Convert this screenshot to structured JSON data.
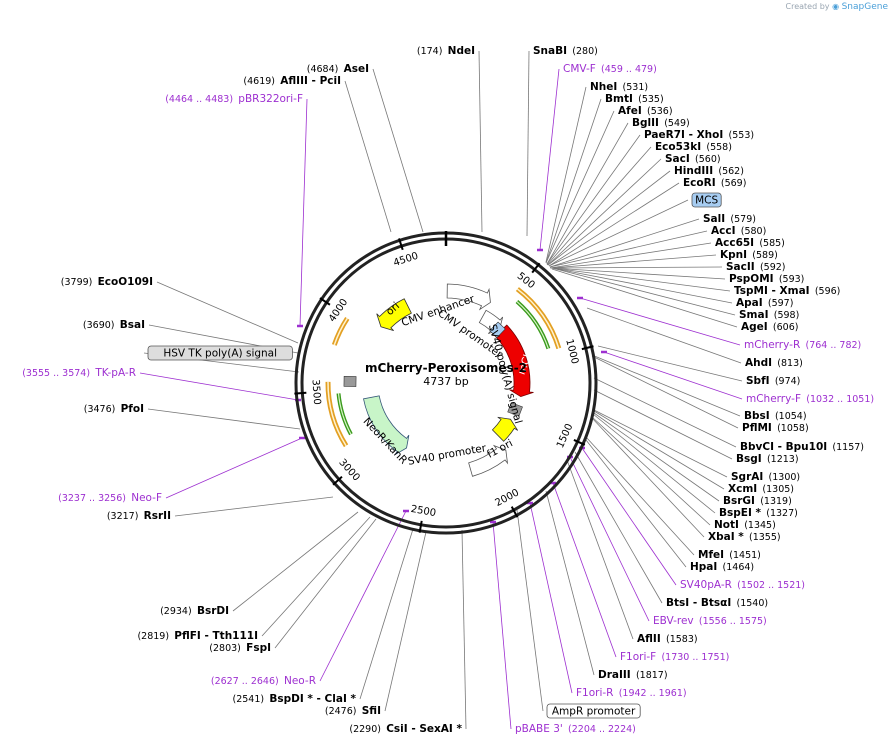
{
  "watermark": {
    "prefix": "Created by",
    "brand": "SnapGene"
  },
  "plasmid": {
    "name": "mCherry-Peroxisomes-2",
    "length": 4737,
    "length_label": "4737 bp"
  },
  "colors": {
    "backbone": "#222222",
    "primer": "#9d2fd0",
    "feature_label_box": "#dddddd",
    "mcs_box": "#a7cdf2",
    "ori": "#ffff00",
    "promoter": "#ffffff",
    "mcherry": "#ee0000",
    "neo": "#c8f5c8",
    "f1ori": "#ffff00",
    "orange_arc": "#e3a023",
    "green_arc": "#3a9a1c"
  },
  "scale_ticks": [
    "500",
    "1000",
    "1500",
    "2000",
    "2500",
    "3000",
    "3500",
    "4000",
    "4500"
  ],
  "features": [
    {
      "name": "ori",
      "label": "ori"
    },
    {
      "name": "cmv-enhancer",
      "label": "CMV enhancer"
    },
    {
      "name": "cmv-promoter",
      "label": "CMV promoter"
    },
    {
      "name": "mcherry",
      "label": "mCherry"
    },
    {
      "name": "sv40-polya-signal",
      "label": "SV40 poly(A) signal"
    },
    {
      "name": "f1-ori",
      "label": "f1 ori"
    },
    {
      "name": "sv40-promoter",
      "label": "SV40 promoter"
    },
    {
      "name": "neokanr",
      "label": "NeoR/KanR"
    }
  ],
  "labels": [
    {
      "kind": "site",
      "name": "NdeI",
      "pos": "(174)"
    },
    {
      "kind": "site",
      "name": "SnaBI",
      "pos": "(280)"
    },
    {
      "kind": "primer",
      "name": "CMV-F",
      "pos": "(459 .. 479)"
    },
    {
      "kind": "site",
      "name": "NheI",
      "pos": "(531)"
    },
    {
      "kind": "site",
      "name": "BmtI",
      "pos": "(535)"
    },
    {
      "kind": "site",
      "name": "AfeI",
      "pos": "(536)"
    },
    {
      "kind": "site",
      "name": "BglII",
      "pos": "(549)"
    },
    {
      "kind": "site",
      "name": "PaeR7I  - XhoI",
      "pos": "(553)"
    },
    {
      "kind": "site",
      "name": "Eco53kI",
      "pos": "(558)"
    },
    {
      "kind": "site",
      "name": "SacI",
      "pos": "(560)"
    },
    {
      "kind": "site",
      "name": "HindIII",
      "pos": "(562)"
    },
    {
      "kind": "site",
      "name": "EcoRI",
      "pos": "(569)"
    },
    {
      "kind": "box",
      "name": "MCS",
      "pos": ""
    },
    {
      "kind": "site",
      "name": "SalI",
      "pos": "(579)"
    },
    {
      "kind": "site",
      "name": "AccI",
      "pos": "(580)"
    },
    {
      "kind": "site",
      "name": "Acc65I",
      "pos": "(585)"
    },
    {
      "kind": "site",
      "name": "KpnI",
      "pos": "(589)"
    },
    {
      "kind": "site",
      "name": "SacII",
      "pos": "(592)"
    },
    {
      "kind": "site",
      "name": "PspOMI",
      "pos": "(593)"
    },
    {
      "kind": "site",
      "name": "TspMI  - XmaI",
      "pos": "(596)"
    },
    {
      "kind": "site",
      "name": "ApaI",
      "pos": "(597)"
    },
    {
      "kind": "site",
      "name": "SmaI",
      "pos": "(598)"
    },
    {
      "kind": "site",
      "name": "AgeI",
      "pos": "(606)"
    },
    {
      "kind": "primer",
      "name": "mCherry-R",
      "pos": "(764 .. 782)"
    },
    {
      "kind": "site",
      "name": "AhdI",
      "pos": "(813)"
    },
    {
      "kind": "site",
      "name": "SbfI",
      "pos": "(974)"
    },
    {
      "kind": "primer",
      "name": "mCherry-F",
      "pos": "(1032 .. 1051)"
    },
    {
      "kind": "site",
      "name": "BbsI",
      "pos": "(1054)"
    },
    {
      "kind": "site",
      "name": "PflMI",
      "pos": "(1058)"
    },
    {
      "kind": "site",
      "name": "BbvCI  - Bpu10I",
      "pos": "(1157)"
    },
    {
      "kind": "site",
      "name": "BsgI",
      "pos": "(1213)"
    },
    {
      "kind": "site",
      "name": "SgrAI",
      "pos": "(1300)"
    },
    {
      "kind": "site",
      "name": "XcmI",
      "pos": "(1305)"
    },
    {
      "kind": "site",
      "name": "BsrGI",
      "pos": "(1319)"
    },
    {
      "kind": "site",
      "name": "BspEI *",
      "pos": "(1327)"
    },
    {
      "kind": "site",
      "name": "NotI",
      "pos": "(1345)"
    },
    {
      "kind": "site",
      "name": "XbaI *",
      "pos": "(1355)"
    },
    {
      "kind": "site",
      "name": "MfeI",
      "pos": "(1451)"
    },
    {
      "kind": "site",
      "name": "HpaI",
      "pos": "(1464)"
    },
    {
      "kind": "primer",
      "name": "SV40pA-R",
      "pos": "(1502 .. 1521)"
    },
    {
      "kind": "site",
      "name": "BtsI  - BtsαI",
      "pos": "(1540)"
    },
    {
      "kind": "primer",
      "name": "EBV-rev",
      "pos": "(1556 .. 1575)"
    },
    {
      "kind": "site",
      "name": "AflII",
      "pos": "(1583)"
    },
    {
      "kind": "primer",
      "name": "F1ori-F",
      "pos": "(1730 .. 1751)"
    },
    {
      "kind": "site",
      "name": "DraIII",
      "pos": "(1817)"
    },
    {
      "kind": "primer",
      "name": "F1ori-R",
      "pos": "(1942 .. 1961)"
    },
    {
      "kind": "box",
      "name": "AmpR promoter",
      "pos": ""
    },
    {
      "kind": "primer",
      "name": "pBABE 3'",
      "pos": "(2204 .. 2224)"
    },
    {
      "kind": "site",
      "name": "CsiI  - SexAI *",
      "pos": "(2290)"
    },
    {
      "kind": "site",
      "name": "SfiI",
      "pos": "(2476)"
    },
    {
      "kind": "site",
      "name": "BspDI *  - ClaI *",
      "pos": "(2541)"
    },
    {
      "kind": "primer",
      "name": "Neo-R",
      "pos": "(2627 .. 2646)"
    },
    {
      "kind": "site",
      "name": "FspI",
      "pos": "(2803)"
    },
    {
      "kind": "site",
      "name": "PflFI  - Tth111I",
      "pos": "(2819)"
    },
    {
      "kind": "site",
      "name": "BsrDI",
      "pos": "(2934)"
    },
    {
      "kind": "site",
      "name": "RsrII",
      "pos": "(3217)"
    },
    {
      "kind": "primer",
      "name": "Neo-F",
      "pos": "(3237 .. 3256)"
    },
    {
      "kind": "site",
      "name": "PfoI",
      "pos": "(3476)"
    },
    {
      "kind": "primer",
      "name": "TK-pA-R",
      "pos": "(3555 .. 3574)"
    },
    {
      "kind": "box",
      "name": "HSV TK poly(A) signal",
      "pos": ""
    },
    {
      "kind": "site",
      "name": "BsaI",
      "pos": "(3690)"
    },
    {
      "kind": "site",
      "name": "EcoO109I",
      "pos": "(3799)"
    },
    {
      "kind": "primer",
      "name": "pBR322ori-F",
      "pos": "(4464 .. 4483)"
    },
    {
      "kind": "site",
      "name": "AflIII  - PciI",
      "pos": "(4619)"
    },
    {
      "kind": "site",
      "name": "AseI",
      "pos": "(4684)"
    }
  ]
}
